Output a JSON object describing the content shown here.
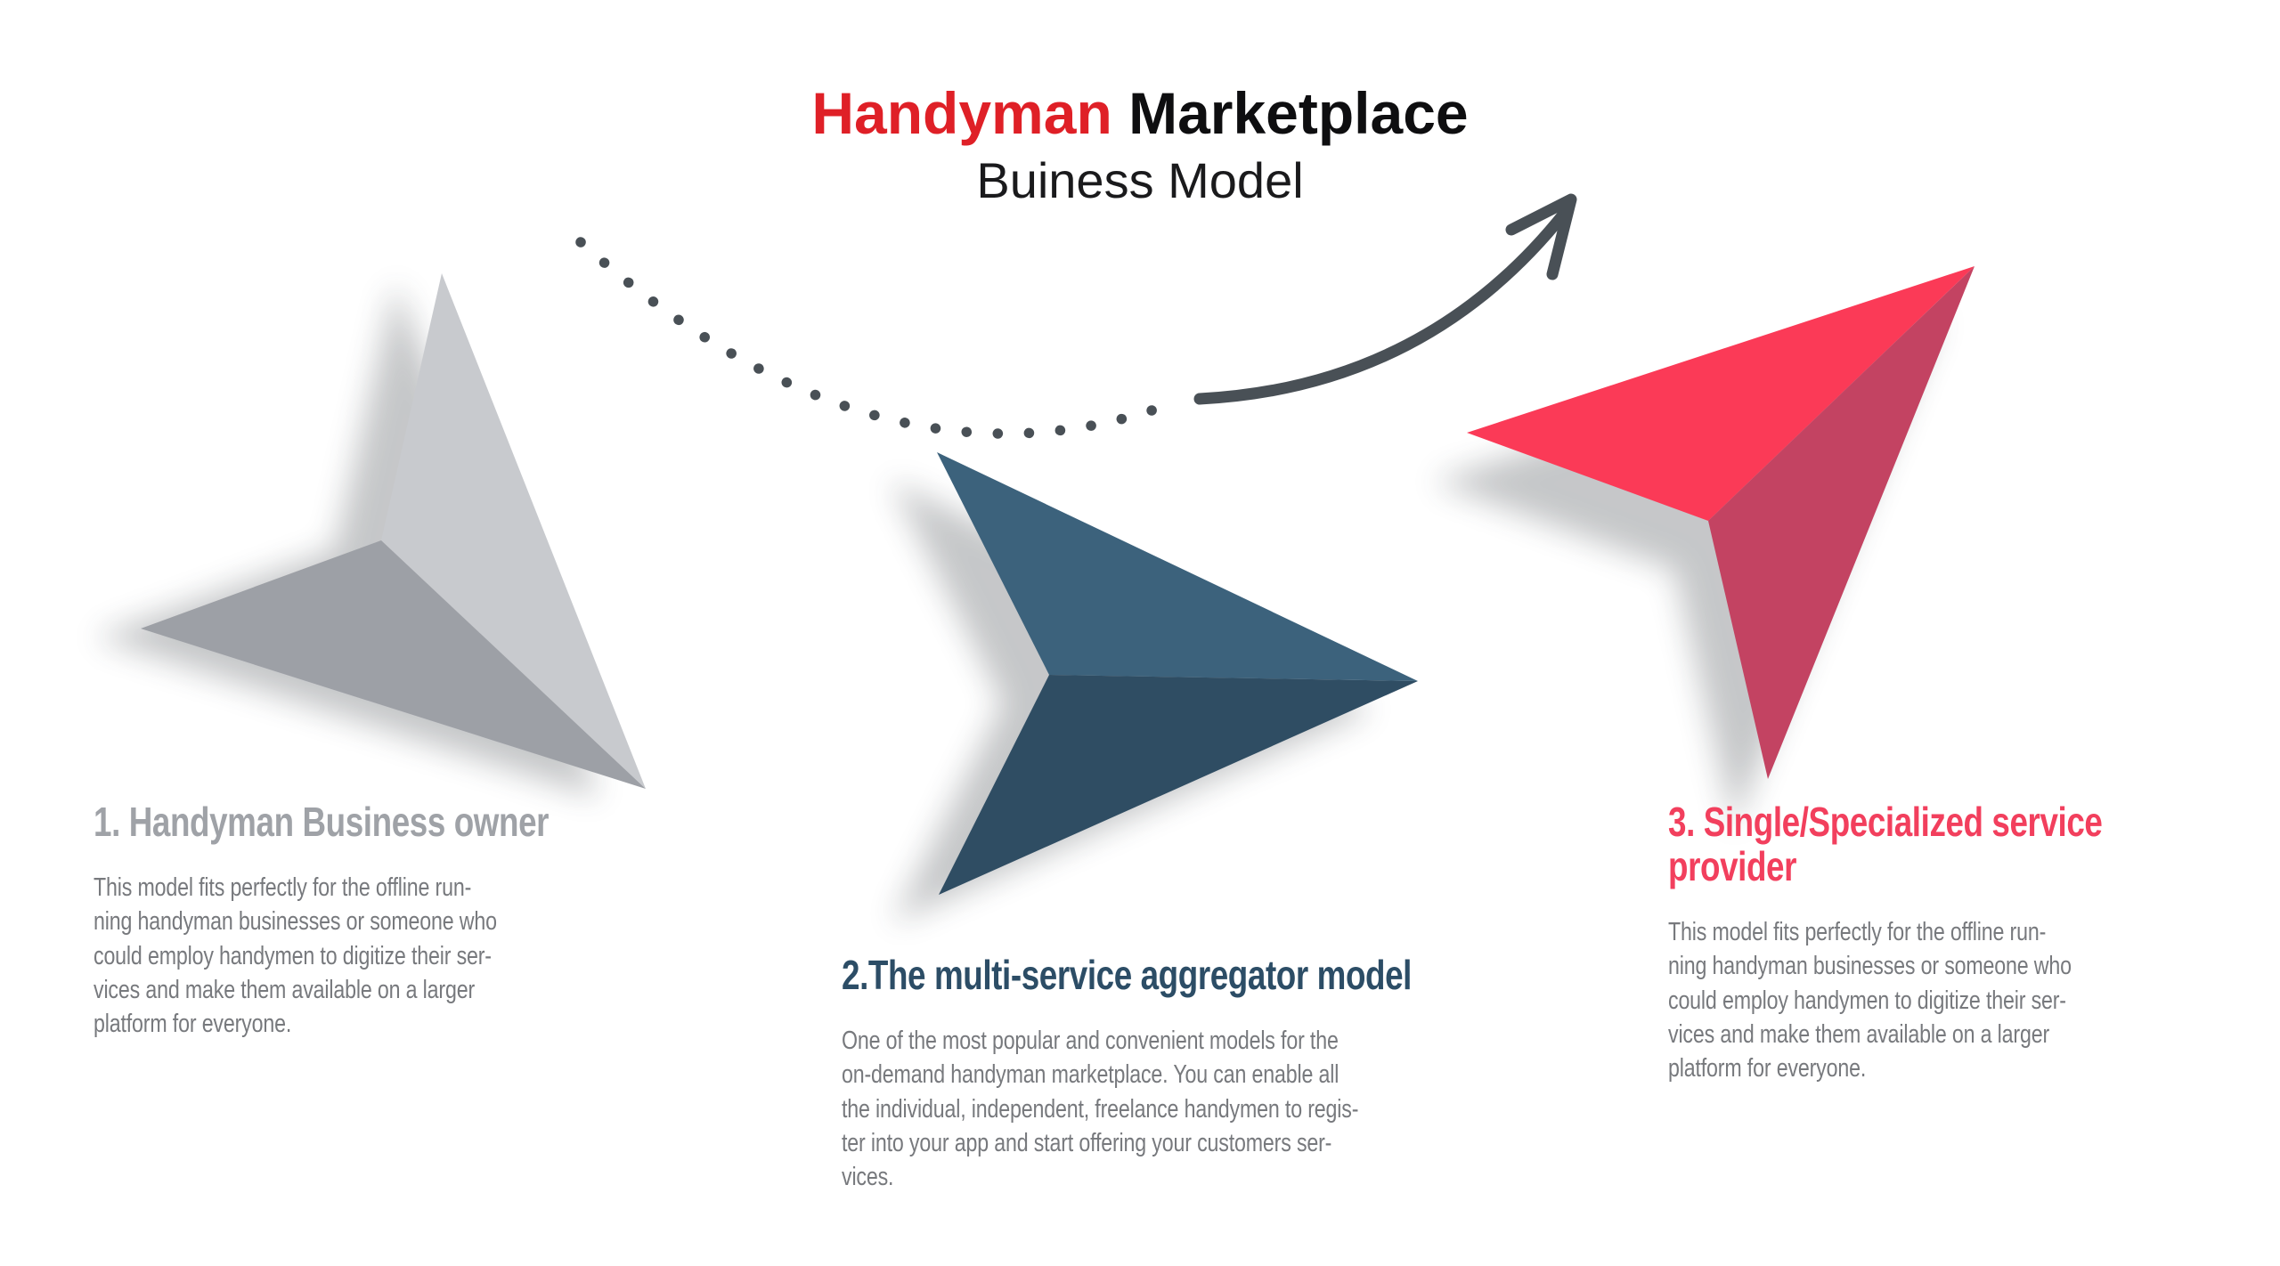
{
  "page": {
    "background": "#ffffff"
  },
  "title": {
    "part1": "Handyman",
    "part1_color": "#df2027",
    "part2": "Marketplace",
    "part2_color": "#0e0e10",
    "subtitle": "Buiness Model",
    "subtitle_color": "#1a1a1c"
  },
  "flow": {
    "arrow_color": "#495056",
    "description": "dotted arc flowing into a solid curved arrow pointing up-right"
  },
  "body_text_color": "#77797d",
  "sections": [
    {
      "id": "handyman-business-owner",
      "heading": "1. Handyman Business owner",
      "heading_color": "#9fa2a7",
      "body": "This model fits perfectly for the offline run-\nning handyman businesses or someone who\ncould employ handymen to digitize their ser-\nvices and make them available on a larger\nplatform for everyone.",
      "plane": {
        "icon": "paper-plane-gray",
        "light_color": "#c8cace",
        "dark_color": "#9da0a6"
      }
    },
    {
      "id": "multi-service-aggregator",
      "heading": "2.The multi-service aggregator model",
      "heading_color": "#2c4d66",
      "body": "One of the most popular and convenient models for the\non-demand handyman marketplace. You can enable all\nthe individual, independent, freelance handymen to regis-\nter into your app and start offering your customers ser-\nvices.",
      "plane": {
        "icon": "paper-plane-blue",
        "light_color": "#3c627c",
        "dark_color": "#2f4d63"
      }
    },
    {
      "id": "single-specialized-provider",
      "heading": "3. Single/Specialized service\nprovider",
      "heading_color": "#f23f5d",
      "body": "This model fits perfectly for the offline run-\nning handyman businesses or someone who\ncould employ handymen to digitize their ser-\nvices and make them available on a larger\nplatform for everyone.",
      "plane": {
        "icon": "paper-plane-red",
        "light_color": "#fb3a57",
        "dark_color": "#c34362"
      }
    }
  ]
}
